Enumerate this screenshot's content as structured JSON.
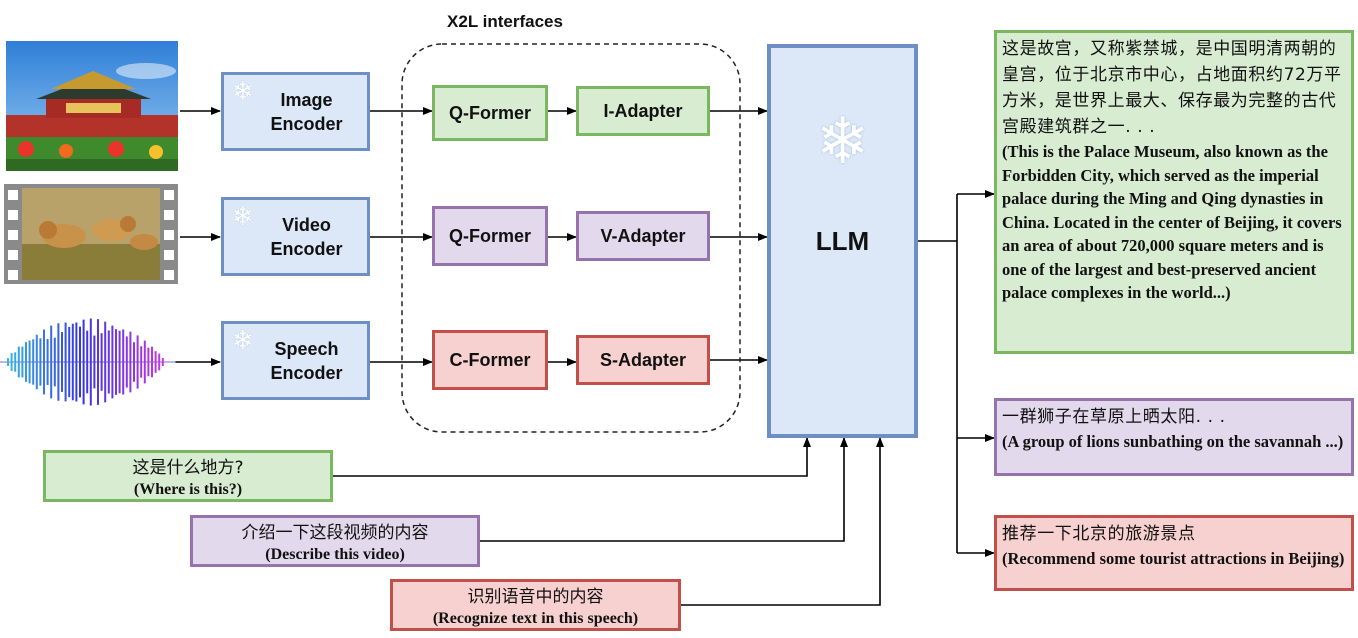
{
  "title": "X2L interfaces",
  "inputs": {
    "image_thumb": "palace-image",
    "video_thumb": "lions-video",
    "audio_thumb": "speech-waveform"
  },
  "encoders": {
    "image": "Image Encoder",
    "video": "Video Encoder",
    "speech": "Speech Encoder",
    "frozen_icon": "snowflake-icon"
  },
  "interfaces": {
    "image_former": "Q-Former",
    "image_adapter": "I-Adapter",
    "video_former": "Q-Former",
    "video_adapter": "V-Adapter",
    "speech_former": "C-Former",
    "speech_adapter": "S-Adapter"
  },
  "llm": {
    "label": "LLM"
  },
  "queries": {
    "image": {
      "zh": "这是什么地方?",
      "en": "(Where is this?)"
    },
    "video": {
      "zh": "介绍一下这段视频的内容",
      "en": "(Describe this video)"
    },
    "speech": {
      "zh": "识别语音中的内容",
      "en": "(Recognize text in this speech)"
    }
  },
  "outputs": {
    "image": {
      "zh": "这是故宫，又称紫禁城，是中国明清两朝的皇宫，位于北京市中心，占地面积约72万平方米，是世界上最大、保存最为完整的古代宫殿建筑群之一. . .",
      "en": "(This is the Palace Museum, also known as the Forbidden City, which served as the imperial palace during the Ming and Qing dynasties in China. Located in the center of Beijing, it covers an area of about 720,000 square meters and is one of the largest and best-preserved ancient palace complexes in the world...)"
    },
    "video": {
      "zh": "一群狮子在草原上晒太阳. . .",
      "en": "(A group of lions sunbathing on the savannah ...)"
    },
    "speech": {
      "zh": "推荐一下北京的旅游景点",
      "en": "(Recommend some tourist attractions in Beijing)"
    }
  },
  "colors": {
    "blue_fill": "#dce8f8",
    "blue_border": "#6d8fc3",
    "green_fill": "#d8ecd2",
    "green_border": "#7bb661",
    "purple_fill": "#e3d9ec",
    "purple_border": "#9673ac",
    "red_fill": "#f7d1cf",
    "red_border": "#c1504a"
  }
}
